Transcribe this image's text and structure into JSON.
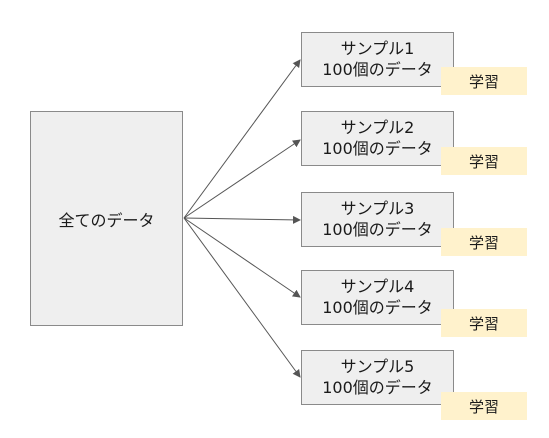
{
  "source": {
    "label": "全てのデータ"
  },
  "samples": [
    {
      "title": "サンプル1",
      "subtitle": "100個のデータ",
      "tag": "学習"
    },
    {
      "title": "サンプル2",
      "subtitle": "100個のデータ",
      "tag": "学習"
    },
    {
      "title": "サンプル3",
      "subtitle": "100個のデータ",
      "tag": "学習"
    },
    {
      "title": "サンプル4",
      "subtitle": "100個のデータ",
      "tag": "学習"
    },
    {
      "title": "サンプル5",
      "subtitle": "100個のデータ",
      "tag": "学習"
    }
  ],
  "colors": {
    "box_fill": "#efefef",
    "box_border": "#8a8a8a",
    "tag_fill": "#fff2cc",
    "arrow": "#555555"
  }
}
